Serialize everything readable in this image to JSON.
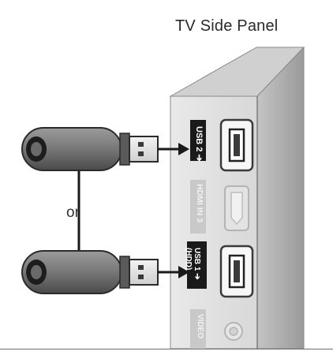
{
  "title": "TV Side Panel",
  "connector_text": "or",
  "ports": {
    "usb2": "USB 2 ➔",
    "hdmi3": "HDMI IN 3",
    "usb1_line1": "USB 1 ➔",
    "usb1_line2": "(HDD)",
    "video": "VIDEO"
  },
  "icons": [
    "usb-flash-drive-icon",
    "arrow-icon"
  ],
  "colors": {
    "panel_light": "#e6e6e6",
    "panel_shadow": "#bdbdbd",
    "port_label": "#1a1a1a",
    "drive_body": "#7a7a7a"
  }
}
